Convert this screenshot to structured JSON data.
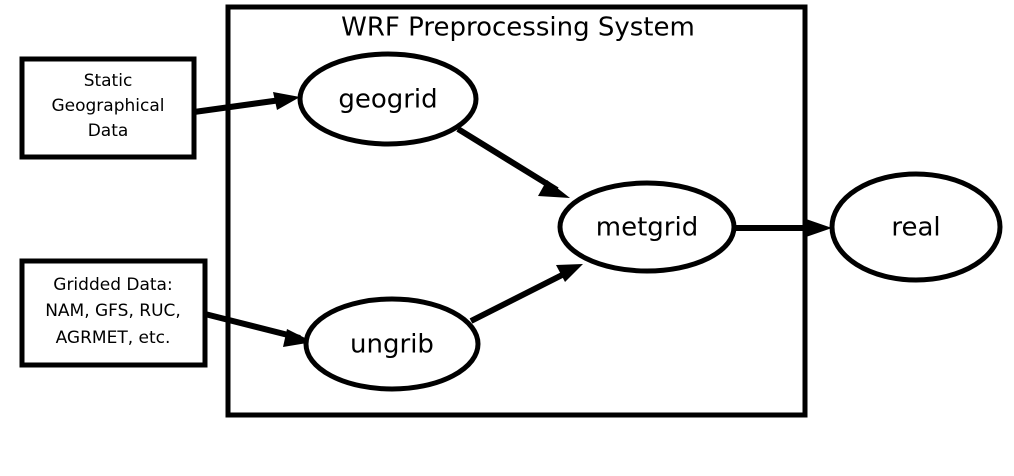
{
  "diagram": {
    "title": "WRF Preprocessing System",
    "type": "flowchart",
    "colors": {
      "background": "#ffffff",
      "stroke": "#000000",
      "fill": "#ffffff"
    },
    "container": {
      "label": "WRF Preprocessing System"
    },
    "input_boxes": [
      {
        "id": "static-geographical-data",
        "lines": [
          "Static",
          "Geographical",
          "Data"
        ]
      },
      {
        "id": "gridded-data",
        "lines": [
          "Gridded Data:",
          "NAM, GFS, RUC,",
          "AGRMET, etc."
        ]
      }
    ],
    "nodes": [
      {
        "id": "geogrid",
        "label": "geogrid",
        "inside_container": true
      },
      {
        "id": "ungrib",
        "label": "ungrib",
        "inside_container": true
      },
      {
        "id": "metgrid",
        "label": "metgrid",
        "inside_container": true
      },
      {
        "id": "real",
        "label": "real",
        "inside_container": false
      }
    ],
    "edges": [
      {
        "from": "static-geographical-data",
        "to": "geogrid"
      },
      {
        "from": "gridded-data",
        "to": "ungrib"
      },
      {
        "from": "geogrid",
        "to": "metgrid"
      },
      {
        "from": "ungrib",
        "to": "metgrid"
      },
      {
        "from": "metgrid",
        "to": "real"
      }
    ]
  }
}
